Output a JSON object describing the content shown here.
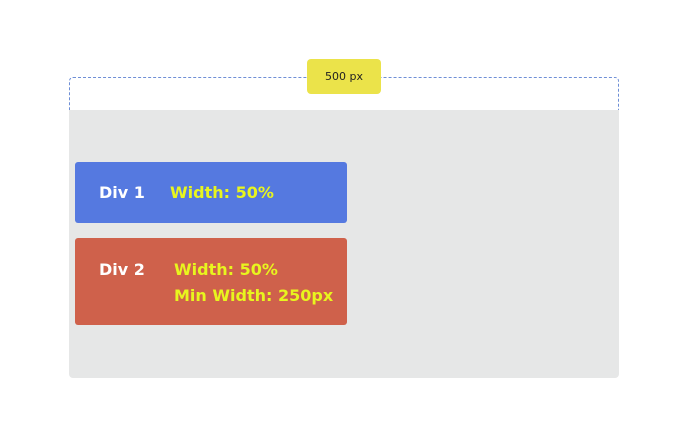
{
  "measure": {
    "label": "500 px"
  },
  "div1": {
    "name": "Div 1",
    "width_label": "Width: 50%",
    "color": "#5579e0"
  },
  "div2": {
    "name": "Div 2",
    "width_label": "Width: 50%",
    "min_width_label": "Min Width: 250px",
    "color": "#cf614b"
  },
  "colors": {
    "container": "#e6e7e7",
    "badge": "#ebe34a",
    "property_text": "#e8f51e"
  }
}
